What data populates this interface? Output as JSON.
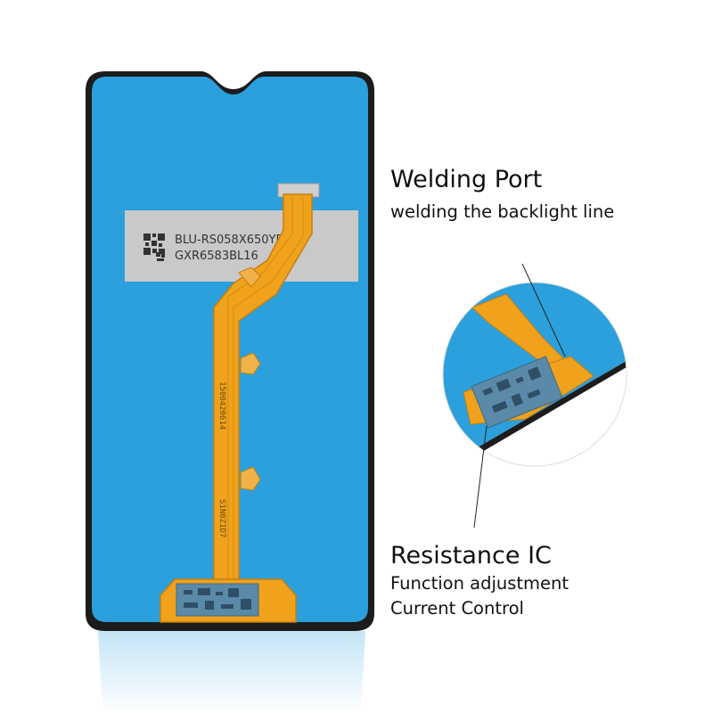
{
  "label": {
    "line1": "BLU-RS058X650YD",
    "line2": "GXR6583BL16"
  },
  "flex_print": {
    "code1": "1500420614",
    "code2": "S1N0Z1D7"
  },
  "callouts": {
    "welding": {
      "title": "Welding Port",
      "subtitle": "welding the backlight line"
    },
    "resistance": {
      "title": "Resistance IC",
      "line1": "Function adjustment",
      "line2": "Current Control"
    }
  },
  "colors": {
    "panel_blue": "#2ba0dc",
    "bezel": "#1c1c1c",
    "flex_orange": "#f0a21c",
    "label_gray": "#c9c9c9",
    "chip_blue": "#5a8aa8"
  }
}
